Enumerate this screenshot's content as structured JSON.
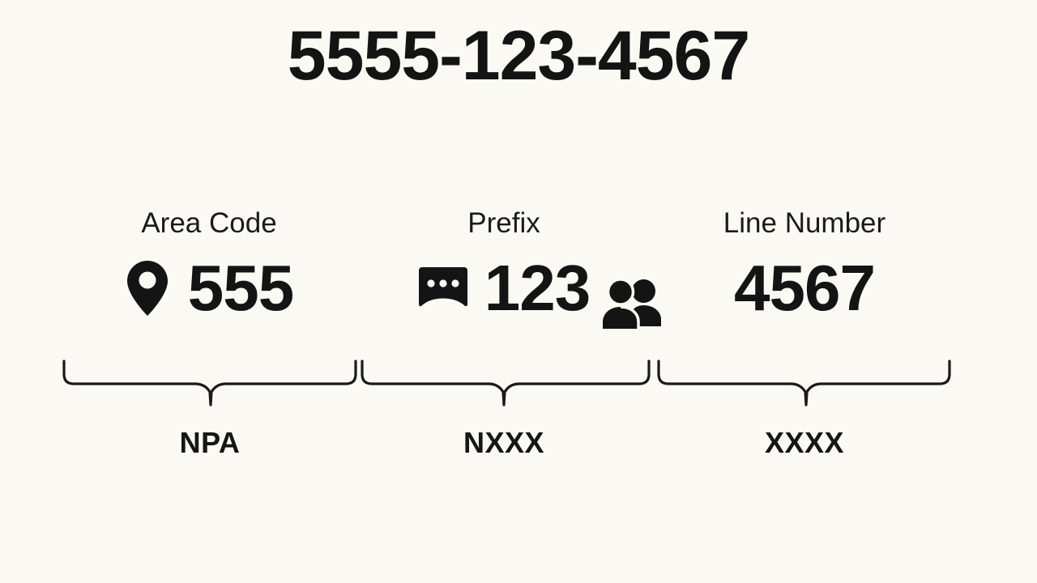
{
  "background_color": "#faf9f4",
  "text_color": "#141414",
  "title": {
    "full_number": "5555-123-4567"
  },
  "segments": [
    {
      "label": "Area Code",
      "value": "555",
      "icon": "location-pin-icon",
      "brace_caption": "NPA"
    },
    {
      "label": "Prefix",
      "value": "123",
      "icon": "chat-bubble-icon",
      "brace_caption": "NXXX"
    },
    {
      "label": "Line Number",
      "value": "4567",
      "icon": "people-group-icon",
      "brace_caption": "XXXX"
    }
  ],
  "floating_icon": {
    "name": "people-group-icon"
  }
}
